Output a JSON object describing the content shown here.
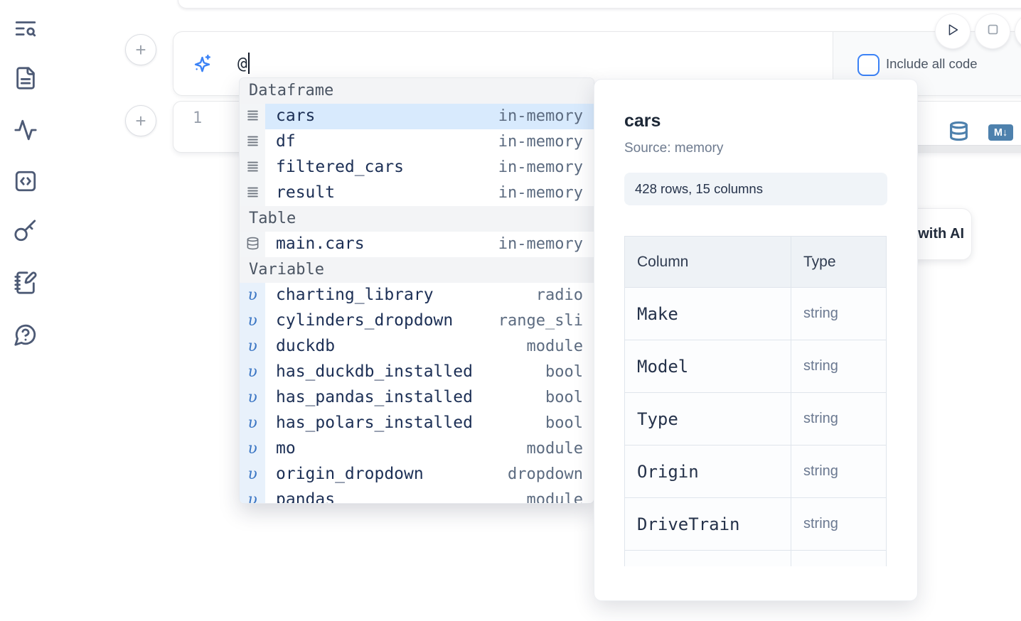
{
  "colors": {
    "accent_blue": "#3b82f6",
    "steel_blue_icon": "#4e81ad",
    "selected_row_bg": "#d8eafd",
    "sidebar_icon": "#4d5a75"
  },
  "sidebar": {
    "icons": [
      "text-search-icon",
      "file-text-icon",
      "activity-icon",
      "code-square-icon",
      "key-icon",
      "notebook-pen-icon",
      "help-chat-icon"
    ]
  },
  "toolbar": {
    "run_icon": "play-icon",
    "stop_icon": "stop-icon",
    "add_cell_icon": "plus-icon"
  },
  "prompt": {
    "ai_icon": "sparkles-icon",
    "value": "@",
    "include_all_code_label": "Include all code",
    "include_all_code_checked": false
  },
  "cell": {
    "line_number": "1",
    "sql_icon": "database-cell-icon",
    "markdown_badge_label": "M↓"
  },
  "ai_button_label": "Generate with AI",
  "autocomplete": {
    "sections": [
      {
        "label": "Dataframe",
        "items": [
          {
            "icon": "rows-icon",
            "name": "cars",
            "type": "in-memory",
            "selected": true
          },
          {
            "icon": "rows-icon",
            "name": "df",
            "type": "in-memory"
          },
          {
            "icon": "rows-icon",
            "name": "filtered_cars",
            "type": "in-memory"
          },
          {
            "icon": "rows-icon",
            "name": "result",
            "type": "in-memory"
          }
        ]
      },
      {
        "label": "Table",
        "items": [
          {
            "icon": "database-icon",
            "name": "main.cars",
            "type": "in-memory"
          }
        ]
      },
      {
        "label": "Variable",
        "items": [
          {
            "icon": "variable-icon",
            "name": "charting_library",
            "type": "radio"
          },
          {
            "icon": "variable-icon",
            "name": "cylinders_dropdown",
            "type": "range_sli"
          },
          {
            "icon": "variable-icon",
            "name": "duckdb",
            "type": "module"
          },
          {
            "icon": "variable-icon",
            "name": "has_duckdb_installed",
            "type": "bool"
          },
          {
            "icon": "variable-icon",
            "name": "has_pandas_installed",
            "type": "bool"
          },
          {
            "icon": "variable-icon",
            "name": "has_polars_installed",
            "type": "bool"
          },
          {
            "icon": "variable-icon",
            "name": "mo",
            "type": "module"
          },
          {
            "icon": "variable-icon",
            "name": "origin_dropdown",
            "type": "dropdown"
          },
          {
            "icon": "variable-icon",
            "name": "pandas",
            "type": "module",
            "partial": true
          }
        ]
      }
    ]
  },
  "preview": {
    "title": "cars",
    "source_label": "Source: memory",
    "shape_badge": "428 rows, 15 columns",
    "table": {
      "col_header": "Column",
      "type_header": "Type",
      "rows": [
        {
          "column": "Make",
          "type": "string"
        },
        {
          "column": "Model",
          "type": "string"
        },
        {
          "column": "Type",
          "type": "string"
        },
        {
          "column": "Origin",
          "type": "string"
        },
        {
          "column": "DriveTrain",
          "type": "string"
        },
        {
          "column": "",
          "type": "",
          "partial": true
        }
      ]
    }
  }
}
